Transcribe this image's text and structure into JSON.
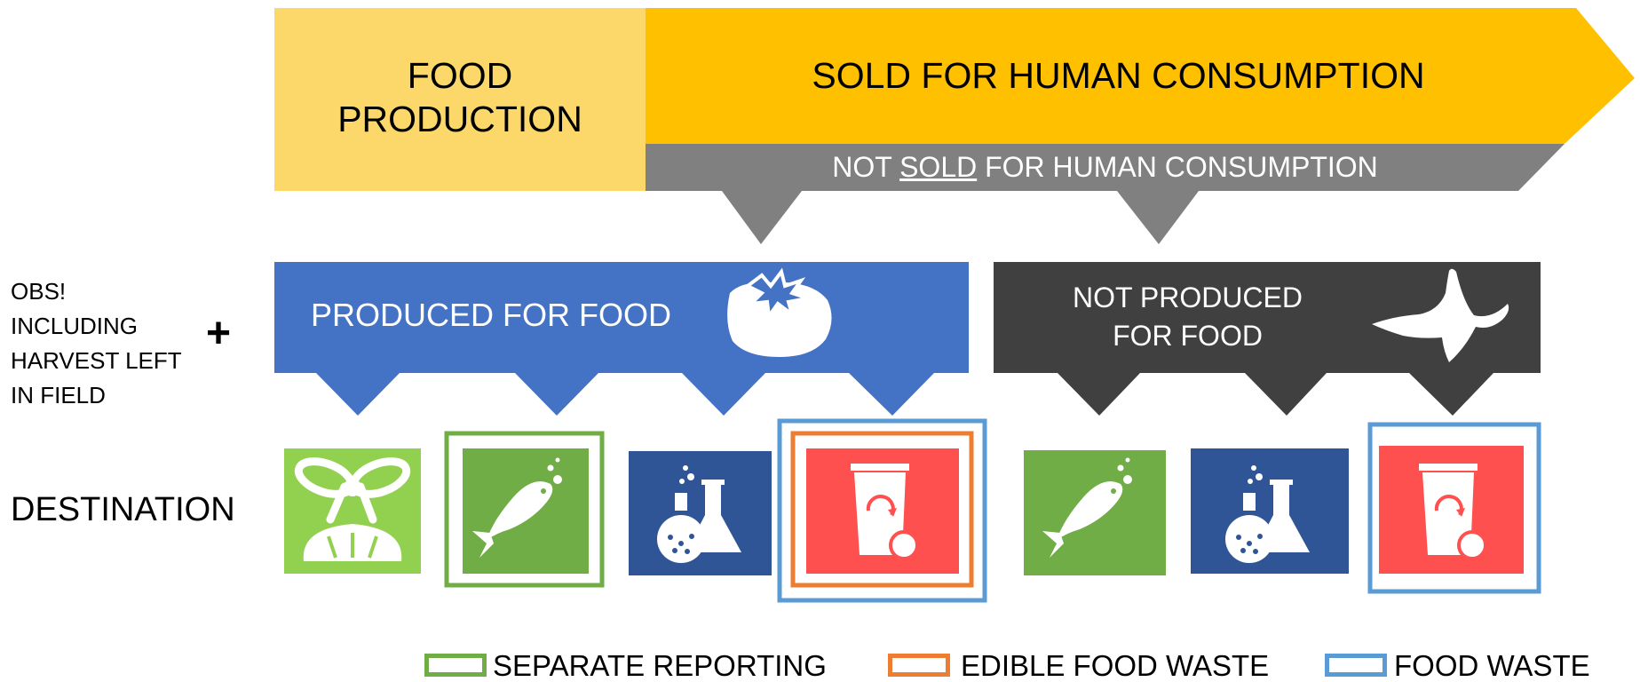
{
  "header": {
    "food_production": "FOOD PRODUCTION",
    "food_production_line1": "FOOD",
    "food_production_line2": "PRODUCTION",
    "sold": "SOLD FOR HUMAN CONSUMPTION",
    "not_sold_prefix": "NOT ",
    "not_sold_underlined": "SOLD",
    "not_sold_suffix": " FOR HUMAN CONSUMPTION"
  },
  "side": {
    "obs_line1": "OBS!",
    "obs_line2": "INCLUDING",
    "obs_line3": "HARVEST LEFT",
    "obs_line4": "IN FIELD",
    "plus": "+",
    "destination": "DESTINATION"
  },
  "categories": {
    "produced": "PRODUCED FOR FOOD",
    "not_produced_line1": "NOT PRODUCED",
    "not_produced_line2": "FOR FOOD"
  },
  "legend": [
    {
      "label": "SEPARATE REPORTING",
      "color": "#70ad47"
    },
    {
      "label": "EDIBLE FOOD WASTE",
      "color": "#ed7d31"
    },
    {
      "label": "FOOD WASTE",
      "color": "#5b9bd5"
    }
  ],
  "colors": {
    "light_yellow": "#fcd86b",
    "gold": "#ffc000",
    "gray": "#808080",
    "blue": "#4472c4",
    "dark": "#404040",
    "light_green": "#92d050",
    "green": "#70ad47",
    "navy": "#2f5597",
    "red": "#ff5050"
  },
  "icons": {
    "donation": "bow-bread-icon",
    "feed": "fish-icon",
    "industry": "flask-icon",
    "waste": "recycle-bin-icon",
    "tomato": "tomato-icon",
    "banana": "banana-peel-icon"
  }
}
